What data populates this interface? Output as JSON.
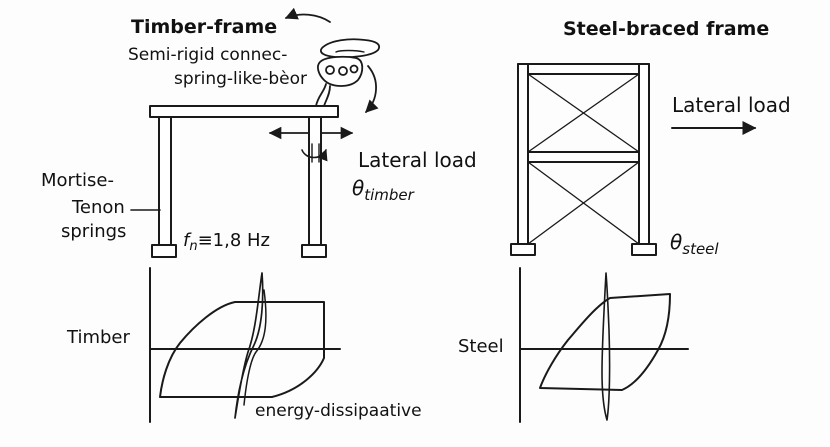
{
  "timber": {
    "title": "Timber-frame",
    "connection_line1": "Semi-rigid connec-",
    "connection_line2": "spring-like-bèor",
    "lateral_load": "Lateral load",
    "theta_symbol": "θ",
    "theta_subscript": "timber",
    "mortise_line1": "Mortise-",
    "mortise_line2": "Tenon",
    "mortise_line3": "springs",
    "freq_symbol": "f",
    "freq_subscript": "n",
    "freq_value": "≡1,8 Hz",
    "hysteresis_label": "Timber",
    "energy_label": "energy-dissipaative"
  },
  "steel": {
    "title": "Steel-braced frame",
    "lateral_load": "Lateral load",
    "theta_symbol": "θ",
    "theta_subscript": "steel",
    "hysteresis_label": "Steel"
  },
  "colors": {
    "ink": "#1a1a1a",
    "background": "#fdfdfd"
  },
  "icons": [
    "arrow-icon",
    "rotation-arrow-icon",
    "connector-blob-icon"
  ]
}
